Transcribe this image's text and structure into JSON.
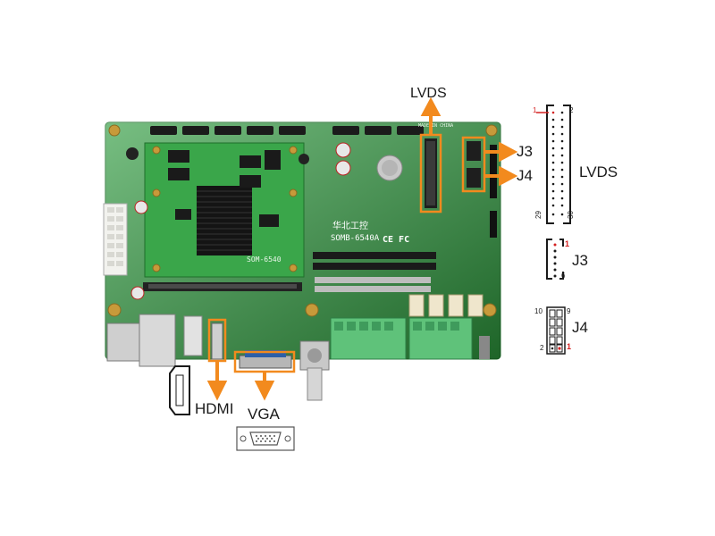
{
  "labels": {
    "lvds_top": "LVDS",
    "j3_arrow": "J3",
    "j4_arrow": "J4",
    "lvds_side": "LVDS",
    "j3_side": "J3",
    "j4_side": "J4",
    "hdmi": "HDMI",
    "vga": "VGA"
  },
  "board_text": {
    "module_model": "SOM-6540",
    "board_model": "SOMB-6540A",
    "cert": "CE FC",
    "made_in": "MADE IN CHINA",
    "brand_cn": "华北工控"
  },
  "pins": {
    "lvds_pin1": "1",
    "lvds_pin2": "2",
    "lvds_pin29": "29",
    "lvds_pin30": "30",
    "j3_pin1": "1",
    "j3_pin6": "6",
    "j4_pin10": "10",
    "j4_pin9": "9",
    "j4_pin2": "2",
    "j4_pin1": "1"
  },
  "colors": {
    "board": "#2e9b3e",
    "highlight": "#f28a1e",
    "pin1_marker": "#d42020"
  }
}
